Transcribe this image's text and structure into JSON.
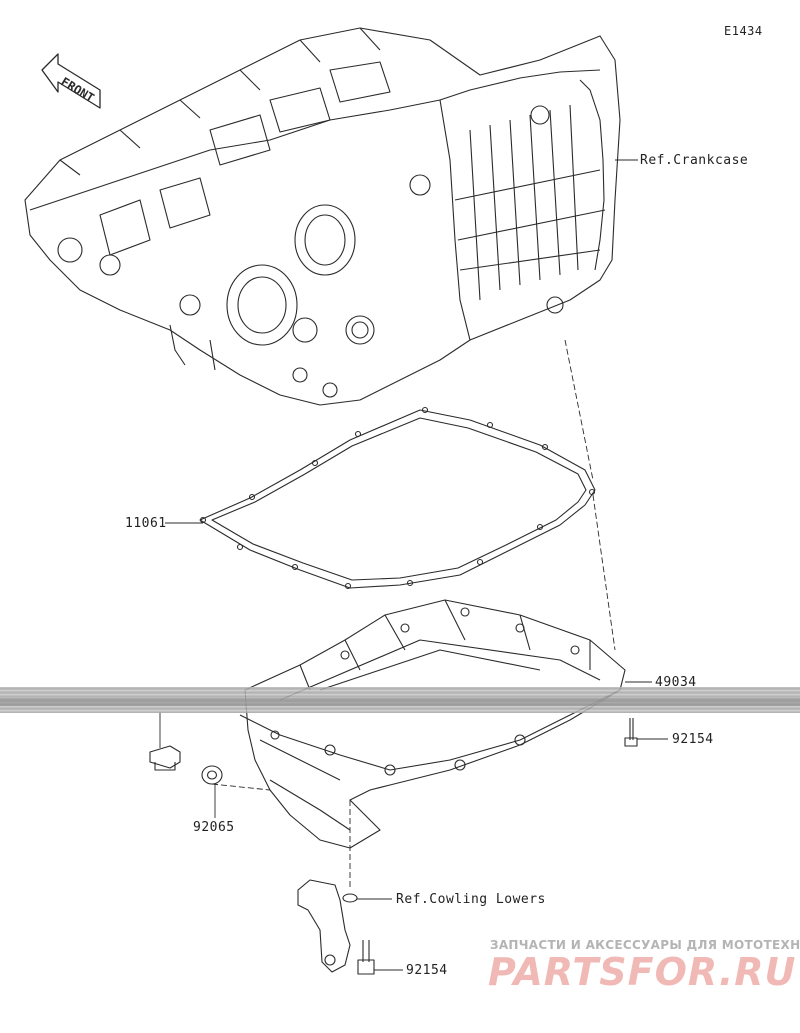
{
  "diagram": {
    "code": "E1434",
    "front_label": "FRONT",
    "labels": {
      "crankcase": "Ref.Crankcase",
      "gasket": "11061",
      "oil_pan": "49034",
      "bolt_right": "92154",
      "washer": "92065",
      "cowling": "Ref.Cowling Lowers",
      "bolt_bottom": "92154"
    }
  },
  "watermark": {
    "tagline": "ЗАПЧАСТИ И АКСЕССУАРЫ ДЛЯ МОТОТЕХНИКИ",
    "brand": "PARTSFOR.RU"
  },
  "colors": {
    "line": "#2b2b2b",
    "brand_red": "#d63a2f",
    "noise_band": "#8a8a8a"
  }
}
